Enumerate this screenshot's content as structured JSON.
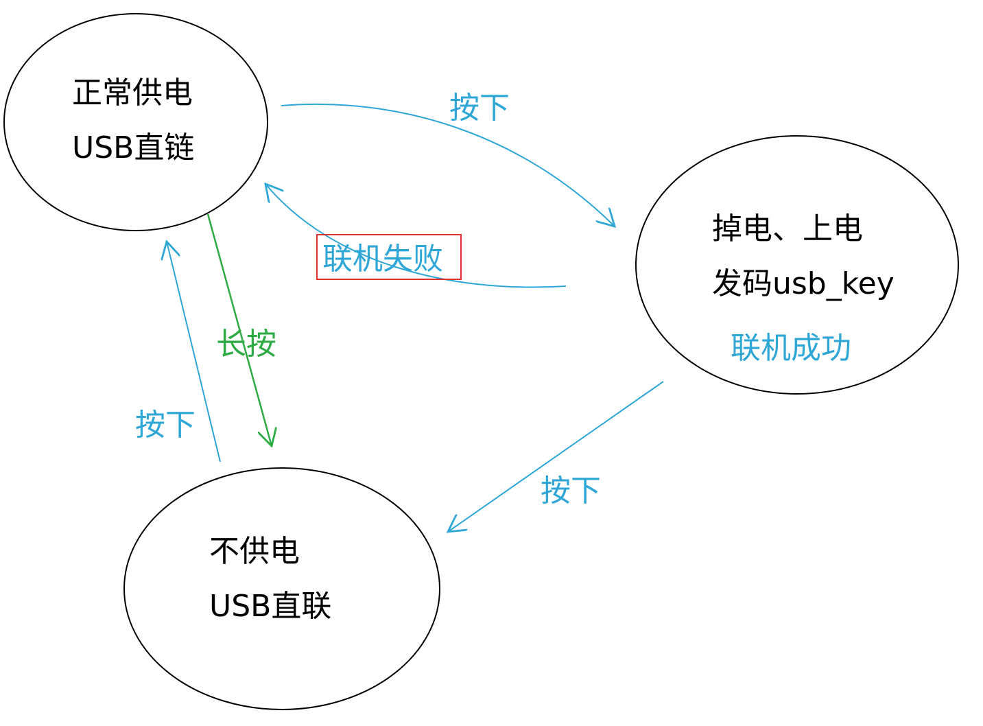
{
  "colors": {
    "background": "#ffffff",
    "state_outline": "#000000",
    "state_text": "#000000",
    "blue_transition": "#2ea6d6",
    "green_transition": "#2eaa44",
    "highlight_box": "#e03030"
  },
  "states": {
    "normal_power": {
      "line1": "正常供电",
      "line2": "USB直链"
    },
    "power_cycle": {
      "line1": "掉电、上电",
      "line2": "发码usb_key",
      "line3": "联机成功"
    },
    "no_power": {
      "line1": "不供电",
      "line2": "USB直联"
    }
  },
  "transitions": {
    "normal_to_cycle": "按下",
    "cycle_to_normal": "联机失败",
    "normal_to_nopower": "长按",
    "nopower_to_normal": "按下",
    "cycle_to_nopower": "按下"
  }
}
